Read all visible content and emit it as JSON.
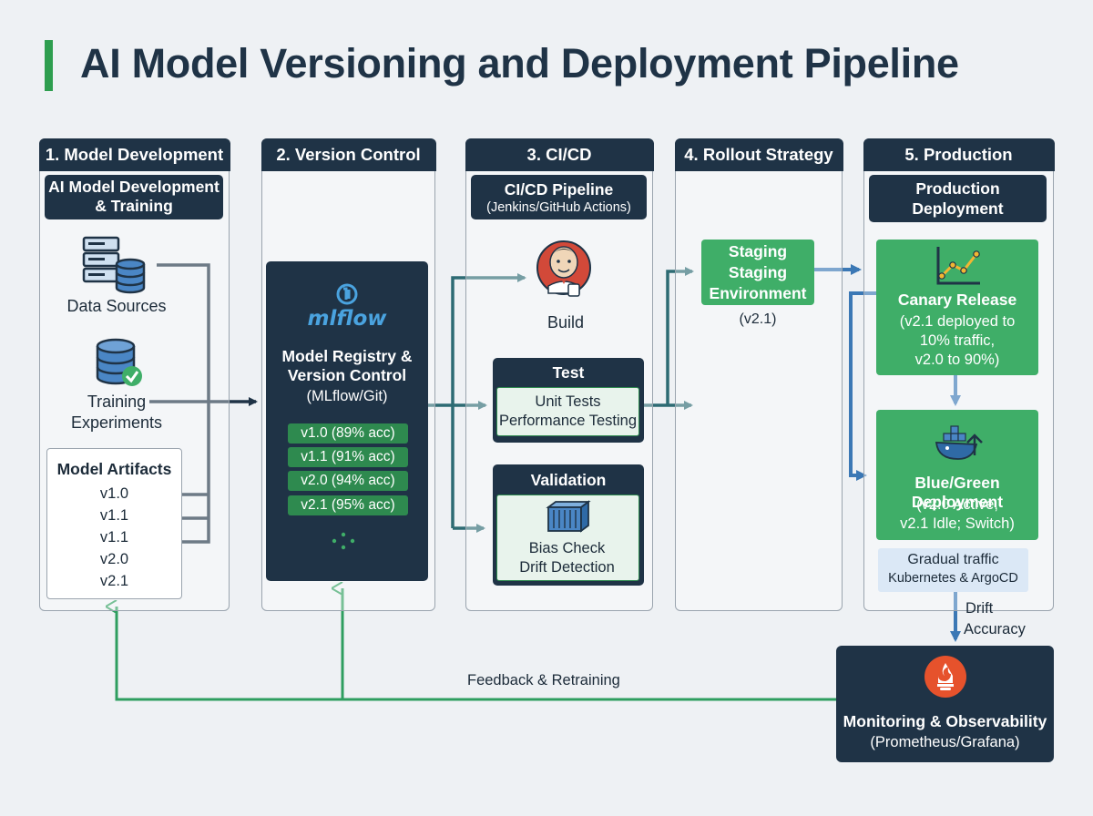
{
  "title": "AI Model Versioning and Deployment Pipeline",
  "columns": {
    "c1": "1. Model Development",
    "c2": "2. Version Control",
    "c3": "3. CI/CD",
    "c4": "4. Rollout Strategy",
    "c5": "5. Production"
  },
  "dev": {
    "header_l1": "AI Model Development",
    "header_l2": "& Training",
    "data_sources": "Data Sources",
    "training_l1": "Training",
    "training_l2": "Experiments",
    "artifacts_title": "Model Artifacts",
    "artifacts": [
      "v1.0",
      "v1.1",
      "v1.1",
      "v2.0",
      "v2.1"
    ]
  },
  "registry": {
    "logo": "mlflow",
    "title_l1": "Model Registry &",
    "title_l2": "Version Control",
    "subtitle": "(MLflow/Git)",
    "versions": [
      "v1.0 (89% acc)",
      "v1.1 (91% acc)",
      "v2.0 (94% acc)",
      "v2.1 (95% acc)"
    ]
  },
  "cicd": {
    "header": "CI/CD Pipeline",
    "subheader": "(Jenkins/GitHub Actions)",
    "build": "Build",
    "test_title": "Test",
    "test_l1": "Unit Tests",
    "test_l2": "Performance Testing",
    "validation_title": "Validation",
    "validation_l1": "Bias Check",
    "validation_l2": "Drift Detection"
  },
  "rollout": {
    "staging_l1": "Staging",
    "staging_l2": "Staging",
    "staging_l3": "Environment",
    "version": "(v2.1)"
  },
  "production": {
    "header_l1": "Production",
    "header_l2": "Deployment",
    "canary_title": "Canary Release",
    "canary_l1": "(v2.1 deployed to",
    "canary_l2": "10% traffic,",
    "canary_l3": "v2.0 to 90%)",
    "bg_title": "Blue/Green Deployment",
    "bg_l1": "(v2.0 Active,",
    "bg_l2": "v2.1 Idle; Switch)",
    "gradual_l1": "Gradual traffic",
    "gradual_l2": "Kubernetes & ArgoCD",
    "drift_l1": "Drift",
    "drift_l2": "Accuracy"
  },
  "monitoring": {
    "title": "Monitoring & Observability",
    "subtitle": "(Prometheus/Grafana)"
  },
  "feedback": "Feedback & Retraining",
  "colors": {
    "navy": "#1f3346",
    "green": "#3fae68",
    "feedback_green": "#2e9e5f",
    "arrow_blue": "#3b78b5",
    "teal_arrow": "#2d6b73"
  },
  "icons": [
    "server-stack-icon",
    "database-check-icon",
    "mlflow-logo-icon",
    "jenkins-icon",
    "container-icon",
    "chart-line-icon",
    "docker-whale-icon",
    "prometheus-icon"
  ]
}
